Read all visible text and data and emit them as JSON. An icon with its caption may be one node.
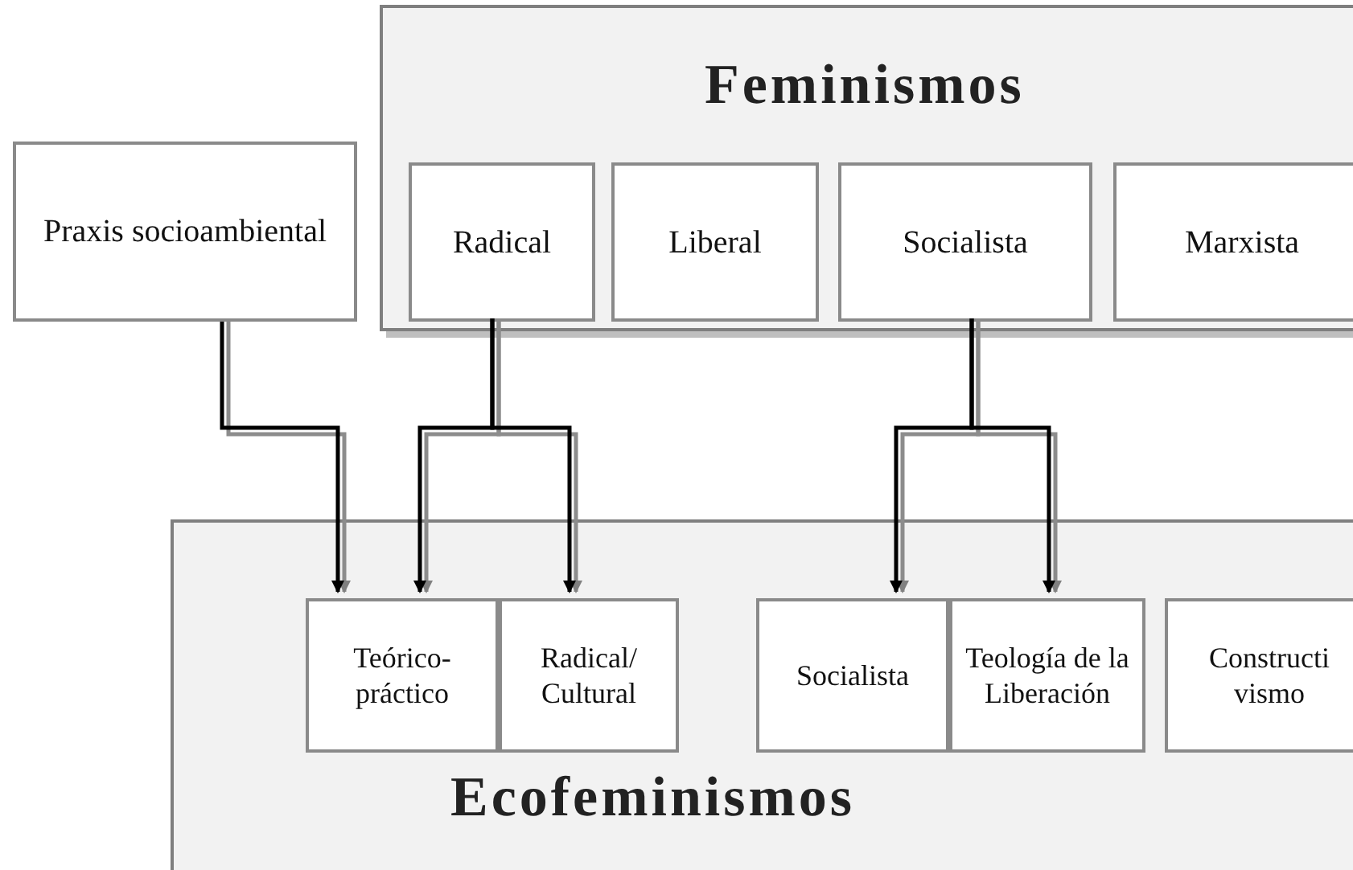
{
  "diagram": {
    "nodes": [
      {
        "text": [
          "Feminismos"
        ]
      },
      {
        "text": [
          "Radical"
        ],
        "in": 0
      },
      {
        "text": [
          "Liberal"
        ],
        "in": 0
      },
      {
        "text": [
          "Socialista"
        ],
        "in": 0
      },
      {
        "text": [
          "Marxista"
        ],
        "in": 0
      },
      {
        "text": [
          "Praxis socioambiental"
        ]
      },
      {
        "text": [
          "Ecofeminismos"
        ]
      },
      {
        "text": [
          "Teórico-práctico"
        ],
        "in": 6
      },
      {
        "text": [
          "Radical/ Cultural"
        ],
        "in": 6
      },
      {
        "text": [
          "Socialista"
        ],
        "in": 6
      },
      {
        "text": [
          "Teología de la Liberación"
        ],
        "in": 6
      },
      {
        "text": [
          "Constructi vismo"
        ],
        "in": 6
      }
    ],
    "edges": [
      {
        "from": 5,
        "to": 7,
        "arrow": "to"
      },
      {
        "from": 1,
        "to": 7,
        "arrow": "to"
      },
      {
        "from": 1,
        "to": 8,
        "arrow": "to"
      },
      {
        "from": 3,
        "to": 9,
        "arrow": "to"
      },
      {
        "from": 3,
        "to": 10,
        "arrow": "to"
      }
    ]
  }
}
